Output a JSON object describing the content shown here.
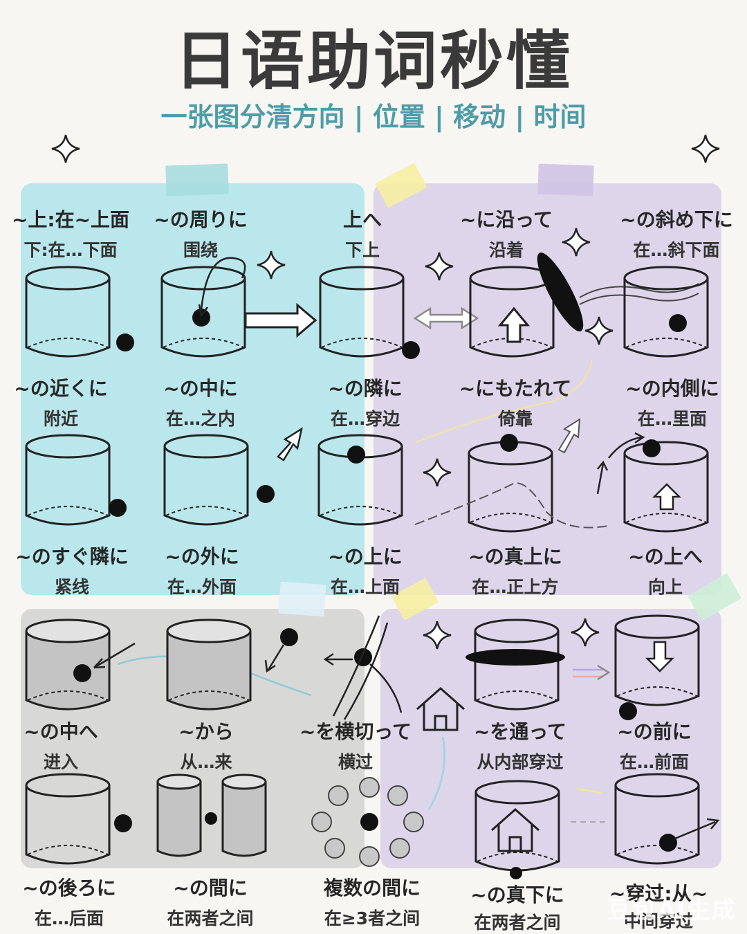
{
  "title": "日语助词秒懂",
  "subtitle": "一张图分清方向 | 位置 | 移动 | 时间",
  "items": [
    {
      "jp": "~上:在~上面",
      "cn": "下:在…下面"
    },
    {
      "jp": "~の周りに",
      "cn": "围绕"
    },
    {
      "jp": "上へ",
      "cn": "下上"
    },
    {
      "jp": "~に沿って",
      "cn": "沿着"
    },
    {
      "jp": "~の斜め下に",
      "cn": "在…斜下面"
    },
    {
      "jp": "~の近くに",
      "cn": "附近"
    },
    {
      "jp": "~の中に",
      "cn": "在…之内"
    },
    {
      "jp": "~の隣に",
      "cn": "在…穿边"
    },
    {
      "jp": "~にもたれて",
      "cn": "倚靠"
    },
    {
      "jp": "~の内側に",
      "cn": "在…里面"
    },
    {
      "jp": "~のすぐ隣に",
      "cn": "紧线"
    },
    {
      "jp": "~の外に",
      "cn": "在…外面"
    },
    {
      "jp": "~の上に",
      "cn": "在…上面"
    },
    {
      "jp": "~の真上に",
      "cn": "在…正上方"
    },
    {
      "jp": "~の上へ",
      "cn": "向上"
    },
    {
      "jp": "~の中へ",
      "cn": "进入"
    },
    {
      "jp": "~から",
      "cn": "从…来"
    },
    {
      "jp": "~を横切って",
      "cn": "横过"
    },
    {
      "jp": "~を通って",
      "cn": "从内部穿过"
    },
    {
      "jp": "~の前に",
      "cn": "在…前面"
    },
    {
      "jp": "~の後ろに",
      "cn": "在…后面"
    },
    {
      "jp": "~の間に",
      "cn": "在两者之间"
    },
    {
      "jp": "複数の間に",
      "cn": "在≥3者之间"
    },
    {
      "jp": "~の真下に",
      "cn": "在两者之间"
    },
    {
      "jp": "~穿过:从~",
      "cn": "中间穿过"
    }
  ],
  "watermark": "豆包AI生成",
  "colors": {
    "panel_blue": "#b9e7ec",
    "panel_purple": "#ddd5ea",
    "panel_gray": "#d8d8d6",
    "subtitle": "#4d9ca8"
  },
  "icons": [
    "sparkle-icon",
    "arrow-icon",
    "house-icon",
    "cylinder-icon",
    "dot-icon"
  ]
}
